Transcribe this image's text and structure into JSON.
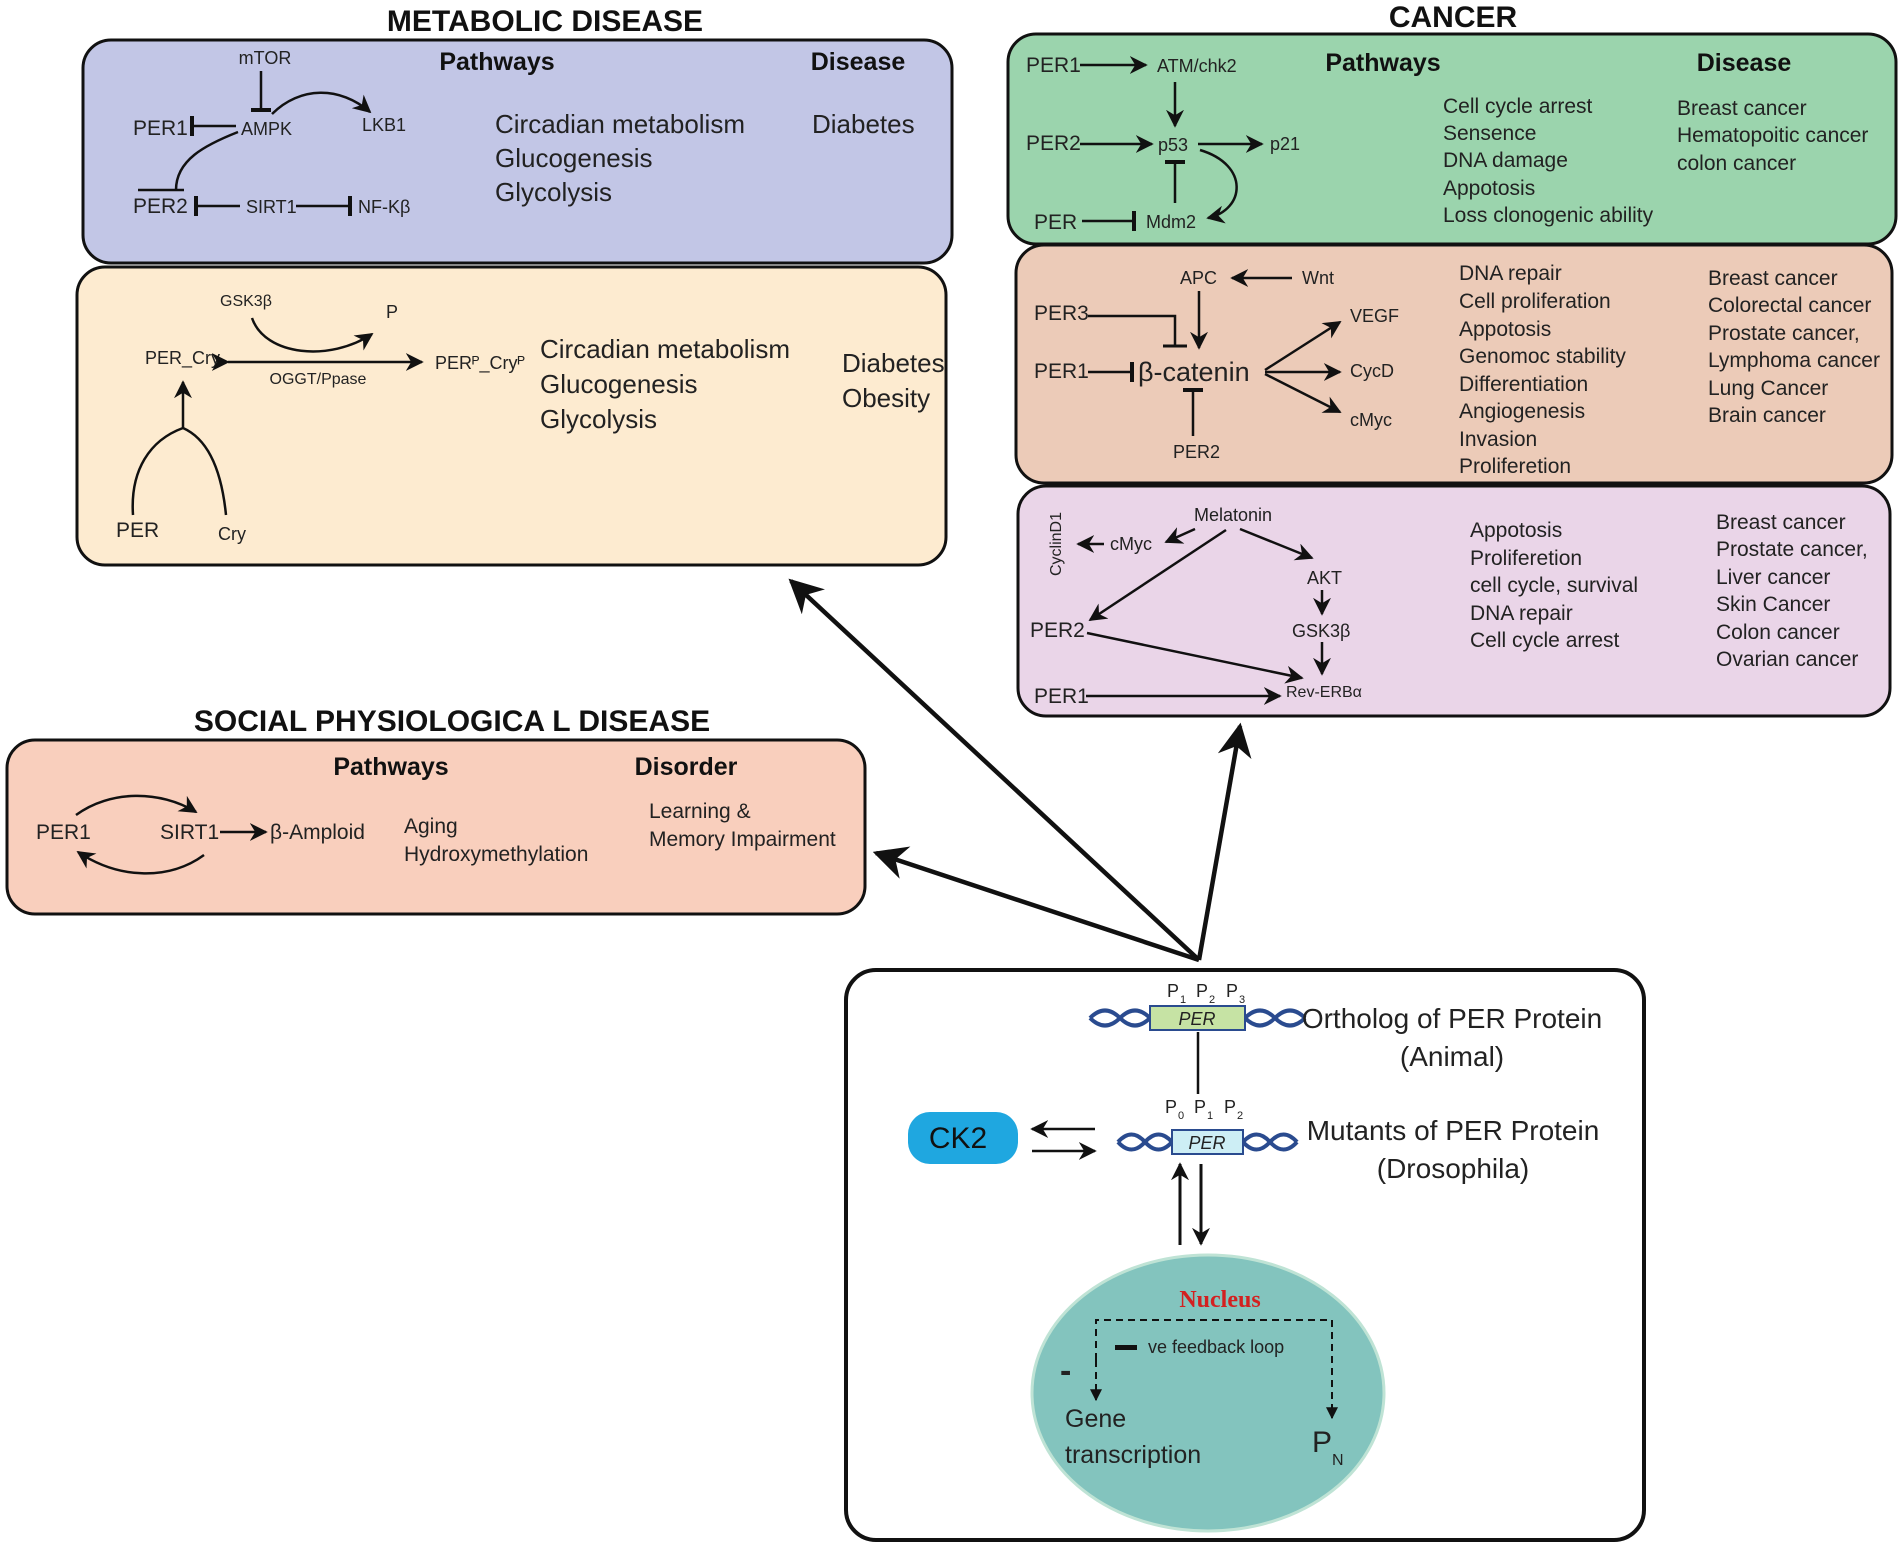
{
  "metabolic": {
    "title": "METABOLIC DISEASE",
    "top": {
      "pathways_header": "Pathways",
      "disease_header": "Disease",
      "nodes": {
        "mtor": "mTOR",
        "per1": "PER1",
        "ampk": "AMPK",
        "lkb1": "LKB1",
        "per2": "PER2",
        "sirt1": "SIRT1",
        "nfkb": "NF-Kβ"
      },
      "pathways": [
        "Circadian metabolism",
        "Glucogenesis",
        "Glycolysis"
      ],
      "diseases": [
        "Diabetes"
      ],
      "color": "#c2c6e6"
    },
    "bottom": {
      "nodes": {
        "gsk3b": "GSK3β",
        "p": "P",
        "per_cry": "PER_Cry",
        "oggt": "OGGT/Ppase",
        "perp_cryp": "PERᴾ_Cryᴾ",
        "per": "PER",
        "cry": "Cry"
      },
      "pathways": [
        "Circadian metabolism",
        "Glucogenesis",
        "Glycolysis"
      ],
      "diseases": [
        "Diabetes",
        "Obesity"
      ],
      "color": "#fdebd0"
    }
  },
  "cancer": {
    "title": "CANCER",
    "p53_box": {
      "pathways_header": "Pathways",
      "disease_header": "Disease",
      "nodes": {
        "per1": "PER1",
        "atm": "ATM/chk2",
        "per2": "PER2",
        "p53": "p53",
        "p21": "p21",
        "per": "PER",
        "mdm2": "Mdm2"
      },
      "pathways": [
        "Cell cycle arrest",
        "Sensence",
        "DNA damage",
        "Appotosis",
        "Loss clonogenic ability"
      ],
      "diseases": [
        "Breast cancer",
        "Hematopoitic cancer",
        "colon cancer"
      ],
      "color": "#9bd4ad"
    },
    "wnt_box": {
      "nodes": {
        "apc": "APC",
        "wnt": "Wnt",
        "per3": "PER3",
        "per1": "PER1",
        "bcat": "β-catenin",
        "per2": "PER2",
        "vegf": "VEGF",
        "cycd": "CycD",
        "cmyc": "cMyc"
      },
      "pathways": [
        "DNA repair",
        "Cell proliferation",
        "Appotosis",
        "Genomoc stability",
        "Differentiation",
        "Angiogenesis",
        "Invasion",
        "Proliferetion"
      ],
      "diseases": [
        "Breast cancer",
        "Colorectal cancer",
        "Prostate cancer,",
        "Lymphoma cancer",
        "Lung Cancer",
        "Brain cancer"
      ],
      "color": "#eccbb8"
    },
    "mel_box": {
      "nodes": {
        "melatonin": "Melatonin",
        "cmyc": "cMyc",
        "cyclind1": "CyclinD1",
        "akt": "AKT",
        "per2": "PER2",
        "gsk3b": "GSK3β",
        "per1": "PER1",
        "reverb": "Rev-ERBα"
      },
      "pathways": [
        "Appotosis",
        "Proliferetion",
        "cell cycle, survival",
        "DNA repair",
        "Cell cycle arrest"
      ],
      "diseases": [
        "Breast cancer",
        "Prostate cancer,",
        "Liver cancer",
        "Skin Cancer",
        "Colon cancer",
        "Ovarian cancer"
      ],
      "color": "#ead5e8"
    }
  },
  "social": {
    "title": "SOCIAL PHYSIOLOGICA L DISEASE",
    "pathways_header": "Pathways",
    "disorder_header": "Disorder",
    "nodes": {
      "per1": "PER1",
      "sirt1": "SIRT1",
      "bamploid": "β-Amploid"
    },
    "pathways": [
      "Aging",
      "Hydroxymethylation"
    ],
    "disorders": [
      "Learning &",
      "Memory Impairment"
    ],
    "color": "#f9cfbd"
  },
  "per_protein": {
    "ortholog_sites": [
      "P",
      "1",
      "P",
      "2",
      "P",
      "3"
    ],
    "ortholog_gene": "PER",
    "ortholog_label": [
      "Ortholog of PER Protein",
      "(Animal)"
    ],
    "mutant_sites": [
      "P",
      "0",
      "P",
      "1",
      "P",
      "2"
    ],
    "mutant_gene": "PER",
    "mutant_label": [
      "Mutants of PER Protein",
      "(Drosophila)"
    ],
    "kinase": "CK2",
    "nucleus": {
      "title": "Nucleus",
      "minus_sign": "-",
      "loop": "ve feedback loop",
      "gene": [
        "Gene",
        "transcription"
      ],
      "pn": "P",
      "pn_sub": "N"
    },
    "colors": {
      "ortholog_gene": "#c6e3a4",
      "mutant_gene": "#cdeef5",
      "kinase": "#1fa7e0",
      "nucleus": "#83c4be",
      "dna": "#2a4b8f"
    }
  }
}
